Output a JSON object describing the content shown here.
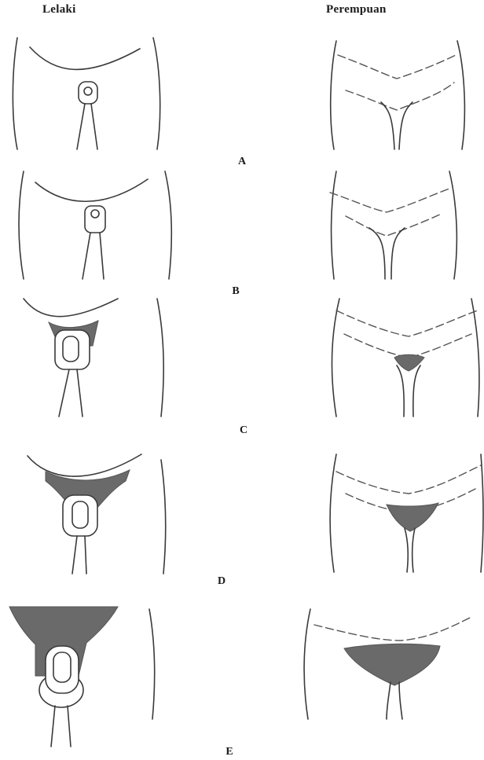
{
  "headers": {
    "male": "Lelaki",
    "female": "Perempuan"
  },
  "stages": [
    {
      "label": "A",
      "pubic_hair": "none"
    },
    {
      "label": "B",
      "pubic_hair": "none"
    },
    {
      "label": "C",
      "pubic_hair": "sparse"
    },
    {
      "label": "D",
      "pubic_hair": "moderate"
    },
    {
      "label": "E",
      "pubic_hair": "full"
    }
  ],
  "colors": {
    "line": "#3a3a3a",
    "hair": "#6a6a6a",
    "background": "#ffffff"
  }
}
